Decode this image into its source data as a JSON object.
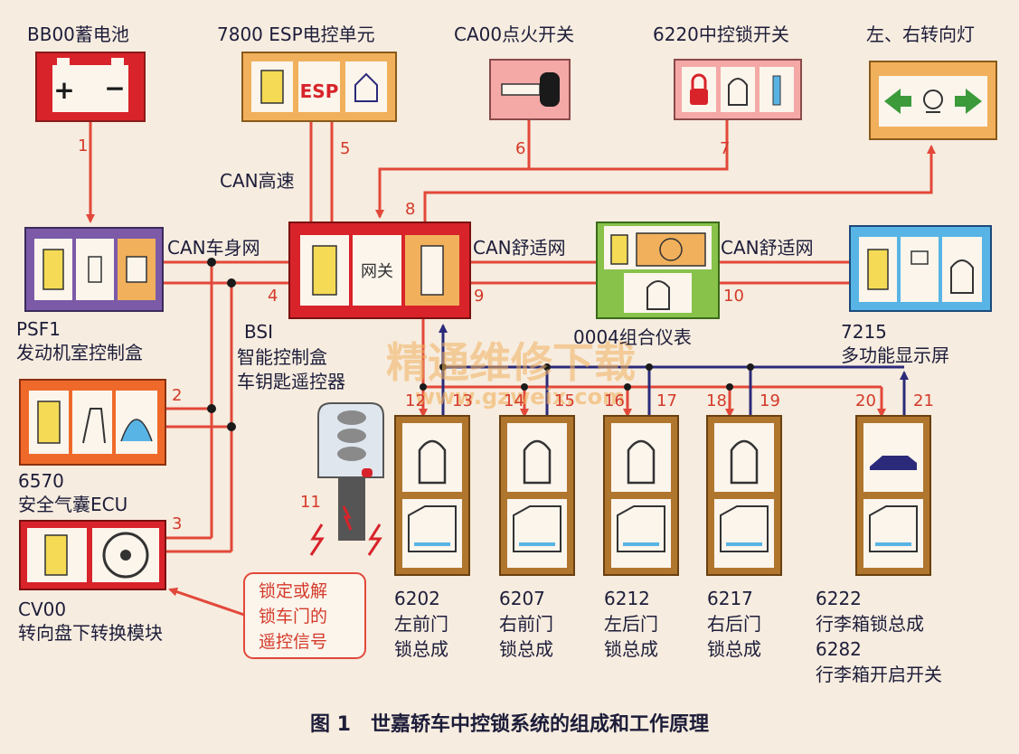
{
  "labels": {
    "battery": "BB00蓄电池",
    "esp": "7800 ESP电控单元",
    "ignition": "CA00点火开关",
    "lock_switch": "6220中控锁开关",
    "turn_lamps": "左、右转向灯",
    "can_high": "CAN高速",
    "can_body": "CAN车身网",
    "can_comfort_1": "CAN舒适网",
    "can_comfort_2": "CAN舒适网",
    "gateway": "网关",
    "psf1_code": "PSF1",
    "psf1_name": "发动机室控制盒",
    "bsi_code": "BSI",
    "bsi_name": "智能控制盒",
    "remote_key": "车钥匙遥控器",
    "cluster": "0004组合仪表",
    "display_code": "7215",
    "display_name": "多功能显示屏",
    "airbag_code": "6570",
    "airbag_name": "安全气囊ECU",
    "cv00_code": "CV00",
    "cv00_name": "转向盘下转换模块",
    "remote_signal": "锁定或解\n锁车门的\n遥控信号",
    "door_lf": "6202\n左前门\n锁总成",
    "door_rf": "6207\n右前门\n锁总成",
    "door_lr": "6212\n左后门\n锁总成",
    "door_rr": "6217\n右后门\n锁总成",
    "trunk": "6222\n行李箱锁总成\n6282\n行李箱开启开关",
    "esp_icon": "ESP",
    "figure_caption": "图 1　世嘉轿车中控锁系统的组成和工作原理",
    "watermark": "精通维修下载",
    "watermark_url": "www.gzweix.com"
  },
  "wire_numbers": [
    "1",
    "2",
    "3",
    "4",
    "5",
    "6",
    "7",
    "8",
    "9",
    "10",
    "11",
    "12",
    "13",
    "14",
    "15",
    "16",
    "17",
    "18",
    "19",
    "20",
    "21"
  ],
  "colors": {
    "wire_red": "#e2483a",
    "wire_blue": "#2b2a7a",
    "module_purple": "#7c5aa8",
    "module_orange": "#ef6a2a",
    "module_red": "#d8232a",
    "module_green": "#88c24a",
    "module_blue": "#59b4e6",
    "panel_brown": "#b0762e",
    "panel_pink": "#f4a9a6",
    "panel_orange_light": "#f1b05c",
    "chip_yellow": "#f4da55"
  }
}
